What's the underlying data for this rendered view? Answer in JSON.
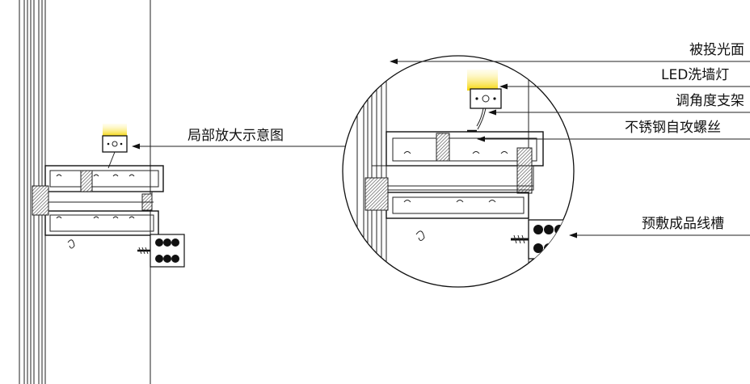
{
  "callout_overview": "局部放大示意图",
  "labels": {
    "illuminated_surface": "被投光面",
    "wall_washer": "LED洗墙灯",
    "angle_bracket": "调角度支架",
    "screw": "不锈钢自攻螺丝",
    "cable_trough": "预敷成品线槽"
  },
  "colors": {
    "lamp_glow": "#f5d400",
    "line": "#111111",
    "hatch": "#555555"
  }
}
